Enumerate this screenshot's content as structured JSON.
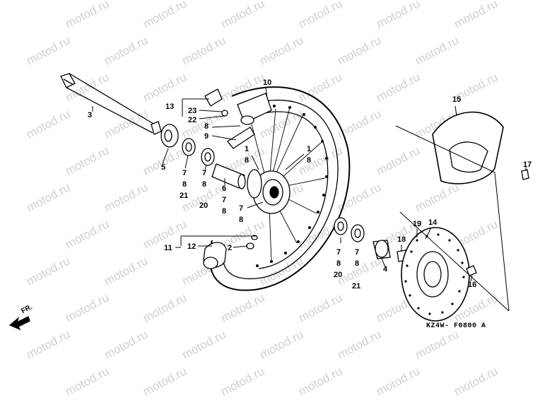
{
  "watermark_text": "motod.ru",
  "diagram_code": "KZ4W- F0800 A",
  "direction_label": "FR.",
  "callouts": {
    "c3": "3",
    "c13": "13",
    "c23": "23",
    "c22": "22",
    "c10": "10",
    "c8a": "8",
    "c9": "9",
    "c1a": "1",
    "c8b": "8",
    "c1b": "1",
    "c8c": "8",
    "c5": "5",
    "c7a": "7",
    "c8d": "8",
    "c21a": "21",
    "c7b": "7",
    "c8e": "8",
    "c20a": "20",
    "c6": "6",
    "c7c": "7",
    "c8f": "8",
    "c7d": "7",
    "c8g": "8",
    "c11": "11",
    "c12": "12",
    "c2": "2",
    "c7e": "7",
    "c8h": "8",
    "c20b": "20",
    "c7f": "7",
    "c8i": "8",
    "c21b": "21",
    "c4": "4",
    "c18": "18",
    "c19": "19",
    "c14": "14",
    "c16": "16",
    "c15": "15",
    "c17": "17"
  },
  "colors": {
    "ink": "#000000",
    "watermark": "#d0d0d0",
    "background": "#ffffff"
  }
}
